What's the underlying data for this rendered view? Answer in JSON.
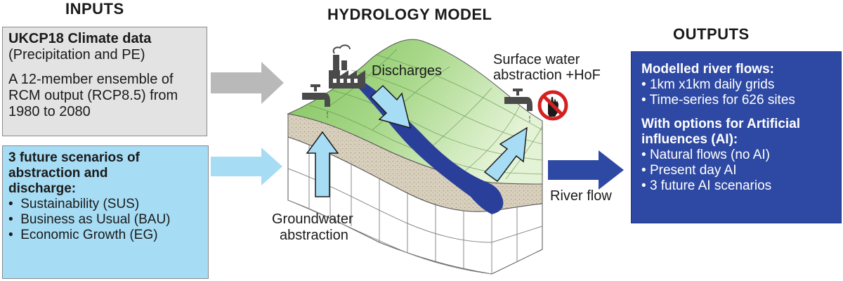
{
  "headings": {
    "inputs": "INPUTS",
    "model": "HYDROLOGY MODEL",
    "outputs": "OUTPUTS"
  },
  "climate_box": {
    "title": "UKCP18 Climate data",
    "subtitle": "(Precipitation and PE)",
    "lines": [
      "A 12-member ensemble of",
      "RCM output (RCP8.5) from",
      "1980 to 2080"
    ]
  },
  "scenarios_box": {
    "title_lines": [
      "3 future scenarios of",
      "abstraction and",
      "discharge:"
    ],
    "items": [
      "Sustainability (SUS)",
      "Business as Usual (BAU)",
      "Economic Growth (EG)"
    ]
  },
  "outputs_box": {
    "title1": "Modelled river flows:",
    "items1": [
      "1km x1km daily grids",
      "Time-series for 626 sites"
    ],
    "title2_lines": [
      "With options for Artificial",
      "influences (AI):"
    ],
    "items2": [
      "Natural flows (no AI)",
      "Present day AI",
      "3 future AI scenarios"
    ]
  },
  "diagram_labels": {
    "discharges": "Discharges",
    "surface_water": [
      "Surface water",
      "abstraction +HoF"
    ],
    "groundwater": [
      "Groundwater",
      "abstraction"
    ],
    "river_flow": "River flow"
  },
  "colors": {
    "grey_box": "#e3e3e3",
    "light_blue_box": "#a6dcf4",
    "dark_blue_box": "#2e49a3",
    "land_green": "#8cc96a",
    "river_blue": "#2a3f9a",
    "arrow_light_blue": "#a6dcf4",
    "no_sign_red": "#d42020"
  },
  "icons": {
    "factory": "factory-icon",
    "tap": "tap-icon",
    "prohibited_hand": "no-hand-icon"
  }
}
